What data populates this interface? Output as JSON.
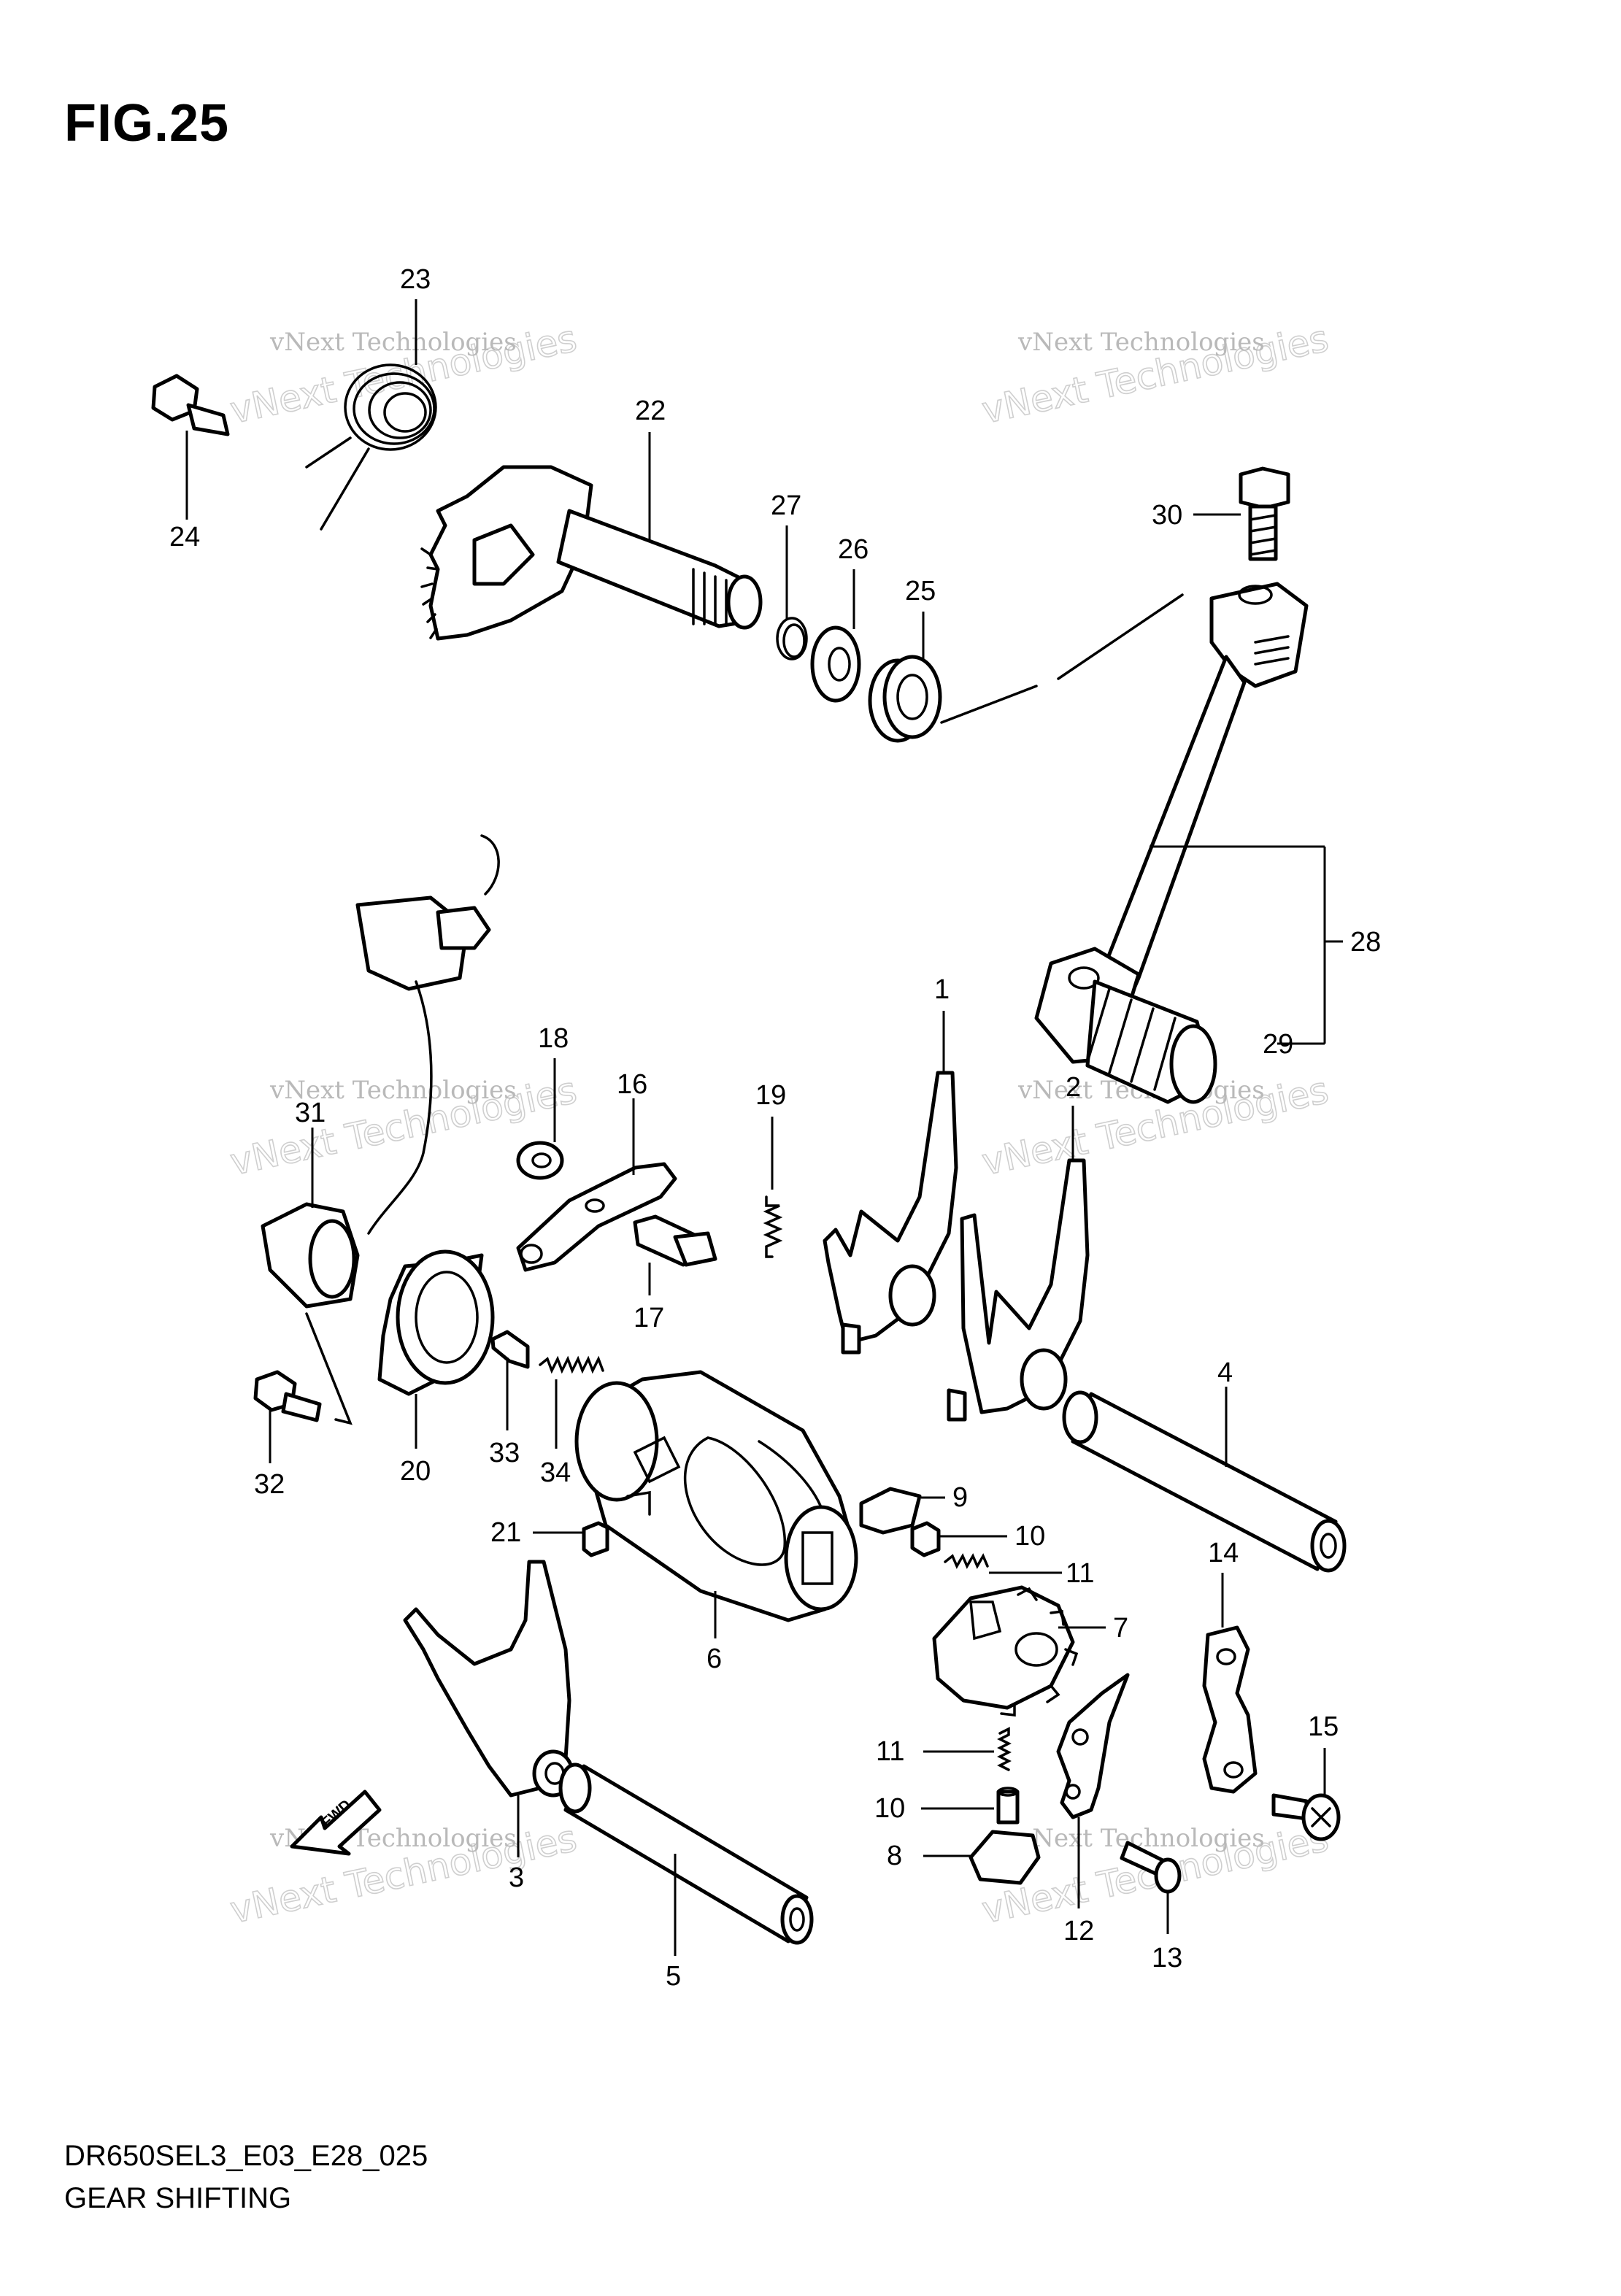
{
  "figure_title": "FIG.25",
  "model_code": "DR650SEL3_E03_E28_025",
  "section_name": "GEAR SHIFTING",
  "fwd_label": "FWD",
  "watermark": {
    "line1": "vNext Technologies",
    "line2": "vNext Technologies"
  },
  "callouts": {
    "c1": "1",
    "c2": "2",
    "c3": "3",
    "c4": "4",
    "c5": "5",
    "c6": "6",
    "c7": "7",
    "c8": "8",
    "c9": "9",
    "c10a": "10",
    "c10b": "10",
    "c11a": "11",
    "c11b": "11",
    "c12": "12",
    "c13": "13",
    "c14": "14",
    "c15": "15",
    "c16": "16",
    "c17": "17",
    "c18": "18",
    "c19": "19",
    "c20": "20",
    "c21": "21",
    "c22": "22",
    "c23": "23",
    "c24": "24",
    "c25": "25",
    "c26": "26",
    "c27": "27",
    "c28": "28",
    "c29": "29",
    "c30": "30",
    "c31": "31",
    "c32": "32",
    "c33": "33",
    "c34": "34"
  }
}
